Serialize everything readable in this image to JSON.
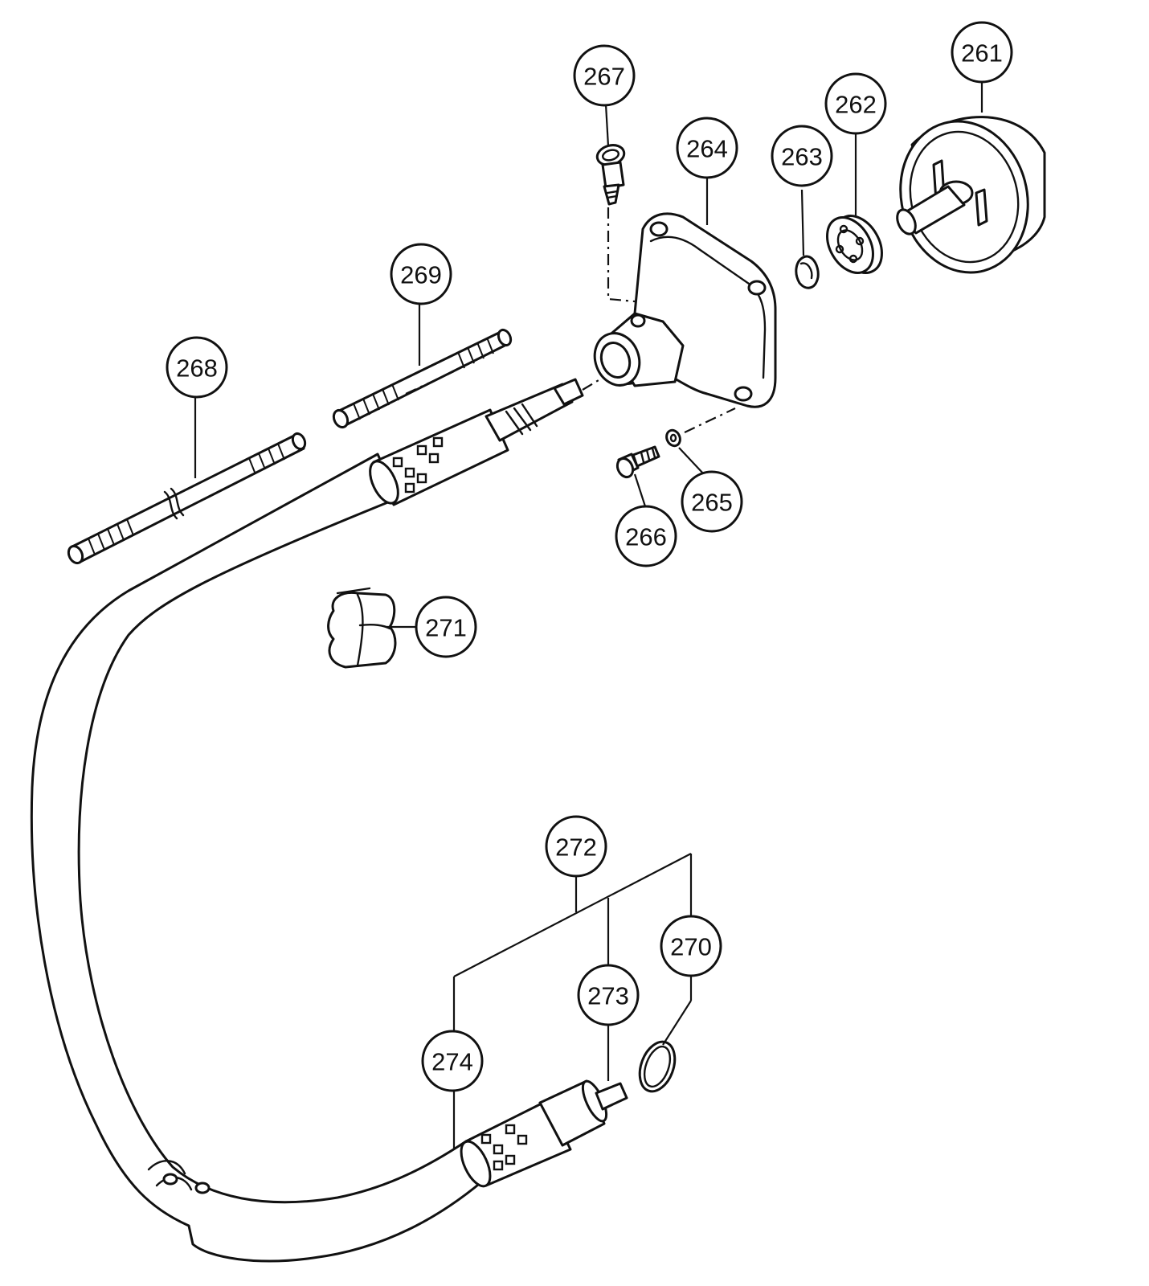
{
  "diagram": {
    "type": "exploded-parts-view",
    "callouts": [
      {
        "id": "261",
        "label": "261"
      },
      {
        "id": "262",
        "label": "262"
      },
      {
        "id": "263",
        "label": "263"
      },
      {
        "id": "264",
        "label": "264"
      },
      {
        "id": "265",
        "label": "265"
      },
      {
        "id": "266",
        "label": "266"
      },
      {
        "id": "267",
        "label": "267"
      },
      {
        "id": "268",
        "label": "268"
      },
      {
        "id": "269",
        "label": "269"
      },
      {
        "id": "270",
        "label": "270"
      },
      {
        "id": "271",
        "label": "271"
      },
      {
        "id": "272",
        "label": "272"
      },
      {
        "id": "273",
        "label": "273"
      },
      {
        "id": "274",
        "label": "274"
      }
    ],
    "parts": [
      {
        "callout": "261",
        "icon": "clutch-drum-icon"
      },
      {
        "callout": "262",
        "icon": "ball-bearing-icon"
      },
      {
        "callout": "263",
        "icon": "snap-ring-icon"
      },
      {
        "callout": "264",
        "icon": "clutch-housing-icon"
      },
      {
        "callout": "265",
        "icon": "washer-icon"
      },
      {
        "callout": "266",
        "icon": "bolt-icon"
      },
      {
        "callout": "267",
        "icon": "grease-plug-icon"
      },
      {
        "callout": "268",
        "icon": "long-stud-icon"
      },
      {
        "callout": "269",
        "icon": "short-stud-icon"
      },
      {
        "callout": "270",
        "icon": "o-ring-icon"
      },
      {
        "callout": "271",
        "icon": "clamp-icon"
      },
      {
        "callout": "272",
        "icon": "flexible-shaft-assembly-icon"
      },
      {
        "callout": "273",
        "icon": "inner-shaft-icon"
      },
      {
        "callout": "274",
        "icon": "outer-hose-icon"
      }
    ]
  }
}
